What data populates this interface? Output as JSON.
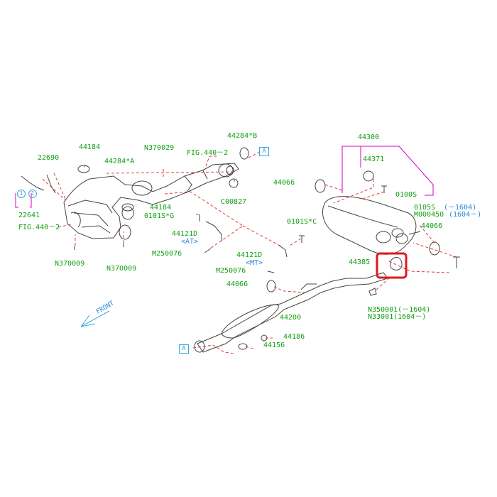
{
  "labels": {
    "p22690": "22690",
    "p44184a": "44184",
    "p44284a": "44284*A",
    "pN370029": "N370029",
    "pFig440a": "FIG.440－2",
    "p44284b": "44284*B",
    "p22641": "22641",
    "pFig440b": "FIG.440－2",
    "pN370009a": "N370009",
    "pN370009b": "N370009",
    "p44184b": "44184",
    "p0101sG": "0101S*G",
    "pC00827": "C00827",
    "p44121D_top": "44121D",
    "p44121D_at": "<AT>",
    "pM250076a": "M250076",
    "p0101sC": "0101S*C",
    "p44121D_b": "44121D",
    "p44121D_mt": "<MT>",
    "pM250076b": "M250076",
    "p44066a": "44066",
    "p44066b": "44066",
    "p44066c": "44066",
    "p44300": "44300",
    "p44371": "44371",
    "p0100s": "0100S",
    "p0105s": "0105S",
    "p0105s_range": "(－1604)",
    "pM000450": "M000450",
    "pM000450_range": "(1604－)",
    "p44385": "44385",
    "pN350001": "N350001(－1604)",
    "pN33001": "N33001(1604－)",
    "p44200": "44200",
    "p44186": "44186",
    "p44156": "44156",
    "front": "FRONT",
    "refA1": "A",
    "refA2": "A",
    "circle1": "1",
    "circle2": "1"
  },
  "colors": {
    "part_label": "#12a012",
    "variant_label": "#2a86d6",
    "group_label": "#d300c2",
    "leader_line": "#e23b3b",
    "highlight": "#e0191d"
  }
}
